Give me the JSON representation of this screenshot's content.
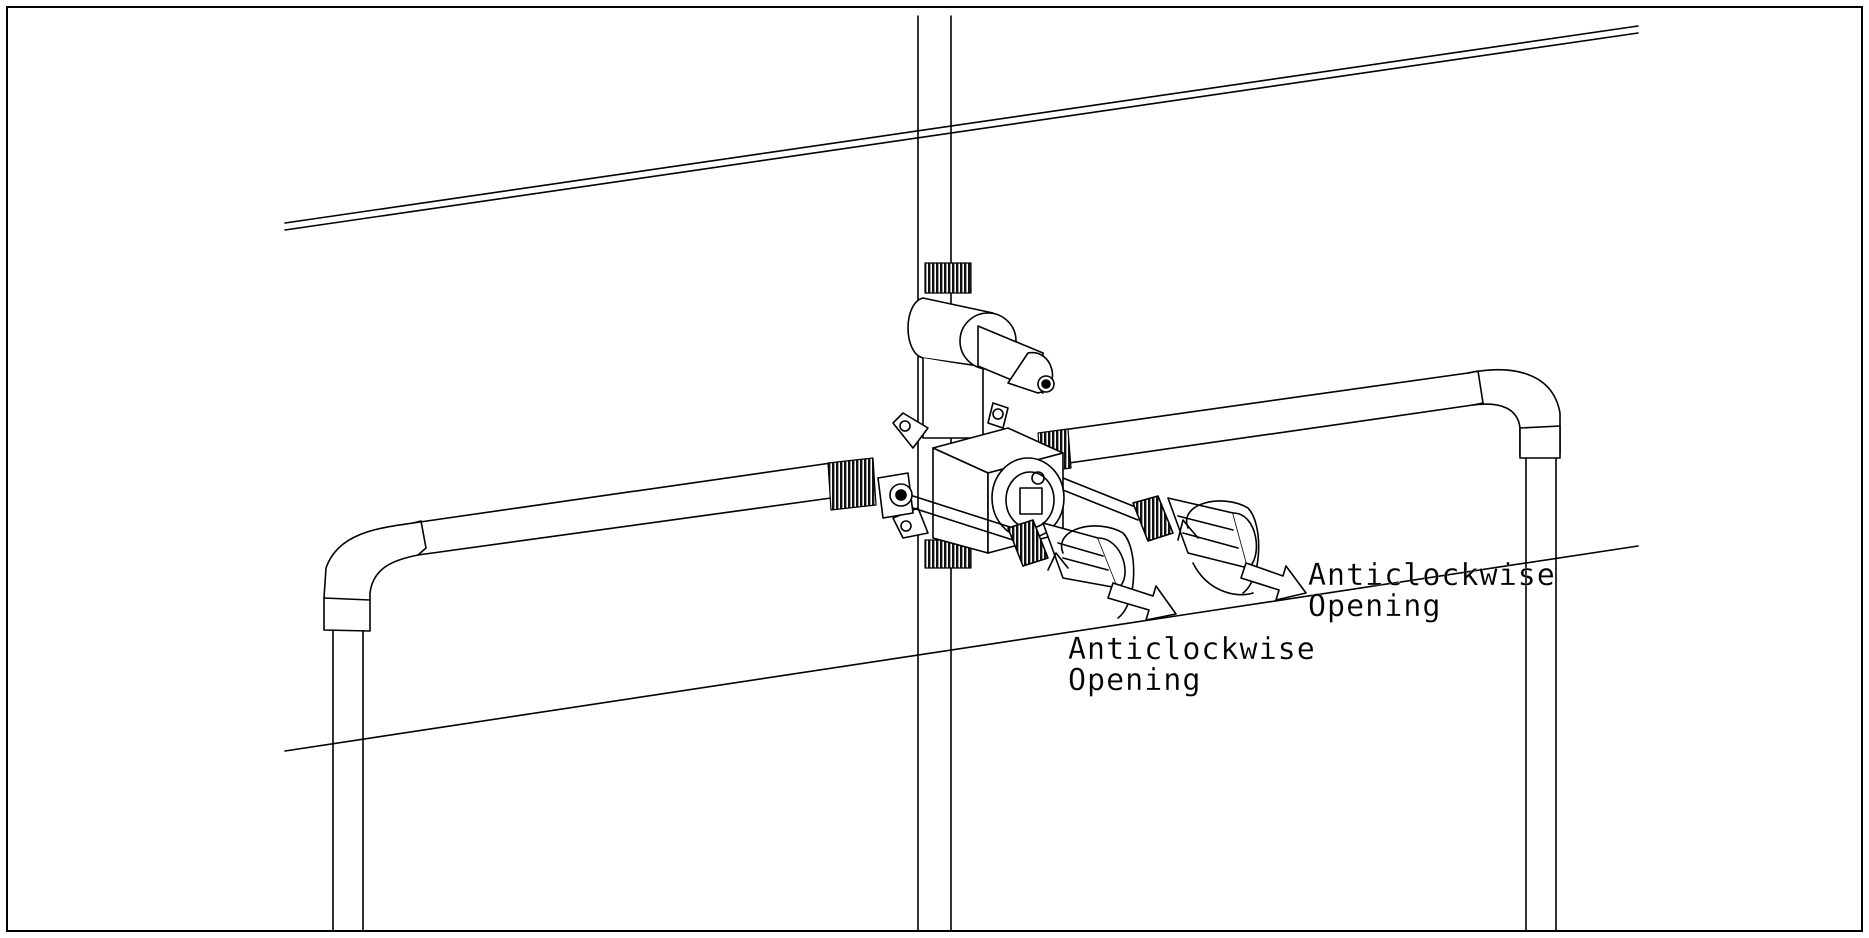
{
  "diagram": {
    "line_color": "#000000",
    "background_color": "#ffffff",
    "callouts": [
      {
        "line1": "Anticlockwise",
        "line2": "Opening"
      },
      {
        "line1": "Anticlockwise",
        "line2": "Opening"
      }
    ]
  }
}
